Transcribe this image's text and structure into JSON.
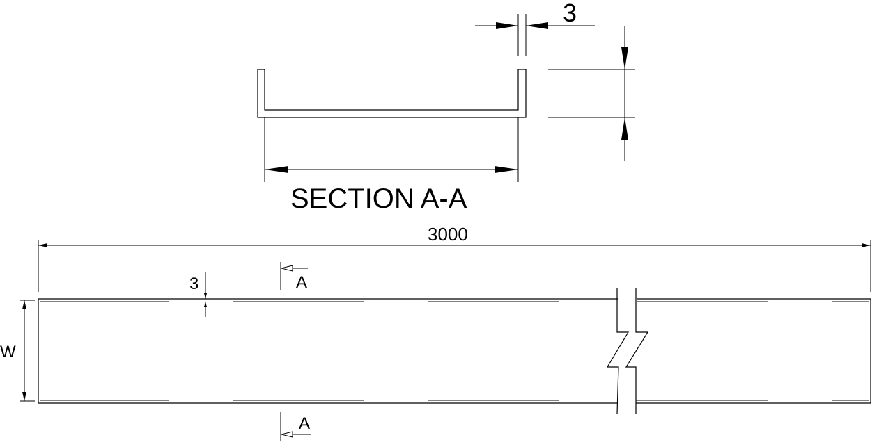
{
  "section": {
    "title": "SECTION A-A",
    "thickness_label": "3"
  },
  "plan": {
    "length_label": "3000",
    "thickness_label": "3",
    "width_label": "W",
    "cut_top_label": "A",
    "cut_bottom_label": "A"
  }
}
